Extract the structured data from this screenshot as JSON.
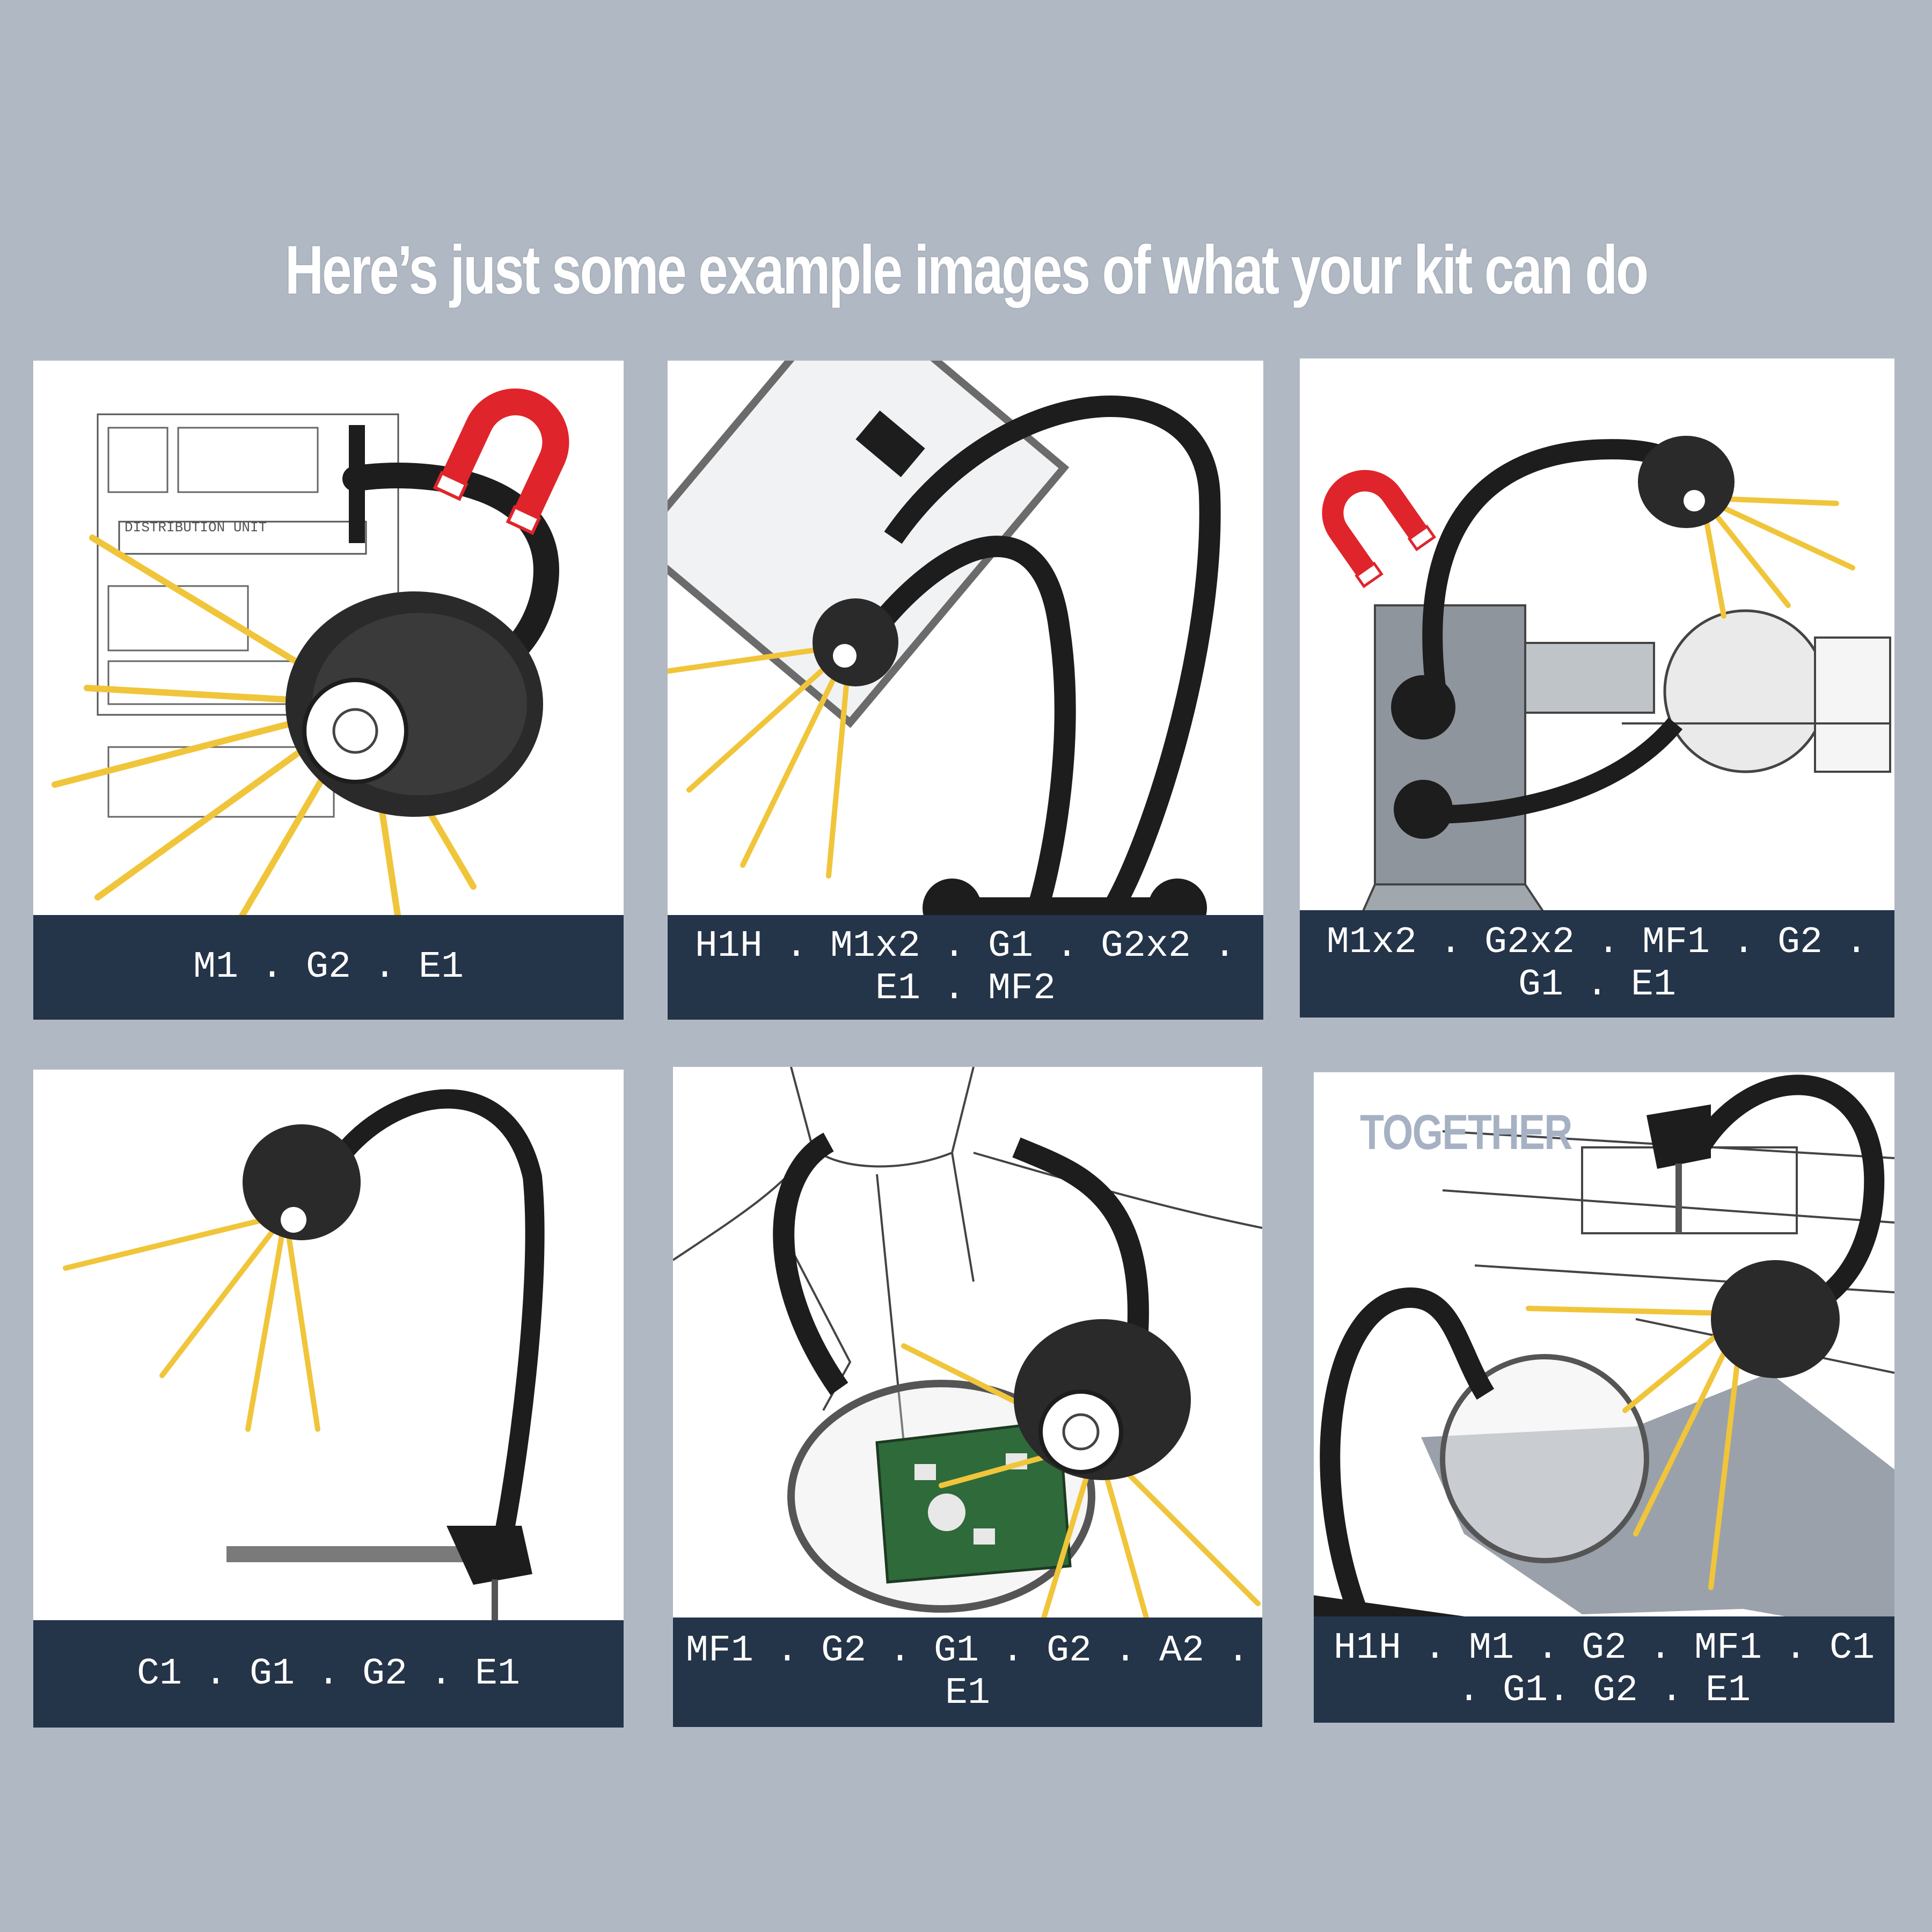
{
  "headline": "Here’s just some example images of what your kit can do",
  "colors": {
    "background": "#b0b9c3",
    "caption_bar": "#243449",
    "light_ray": "#f0c53a",
    "magnet_red": "#e0242b",
    "arm_black": "#1d1d1d"
  },
  "panels": [
    {
      "caption": "M1 . G2 . E1",
      "icons": [
        "magnet-icon",
        "lamp-icon",
        "light-rays-icon"
      ],
      "label_text": "DISTRIBUTION UNIT"
    },
    {
      "caption": "H1H . M1x2 . G1 . G2x2 . E1 . MF2",
      "icons": [
        "magnifier-icon",
        "lamp-icon",
        "stand-base-icon"
      ]
    },
    {
      "caption": "M1x2 . G2x2 . MF1 . G2 . G1 . E1",
      "icons": [
        "magnet-icon",
        "lamp-icon",
        "lathe-icon"
      ]
    },
    {
      "caption": "C1 . G1 . G2 . E1",
      "icons": [
        "lamp-icon",
        "clamp-icon"
      ]
    },
    {
      "caption": "MF1 . G2 . G1 . G2 . A2 . E1",
      "icons": [
        "person-icon",
        "lamp-icon",
        "circuit-board-icon",
        "magnifier-icon"
      ]
    },
    {
      "caption": "H1H . M1 . G2 . MF1 . C1 . G1. G2 . E1",
      "icons": [
        "lamp-icon",
        "clamp-icon",
        "magnifier-icon",
        "stand-base-icon"
      ],
      "tag": "TOGETHER"
    }
  ]
}
